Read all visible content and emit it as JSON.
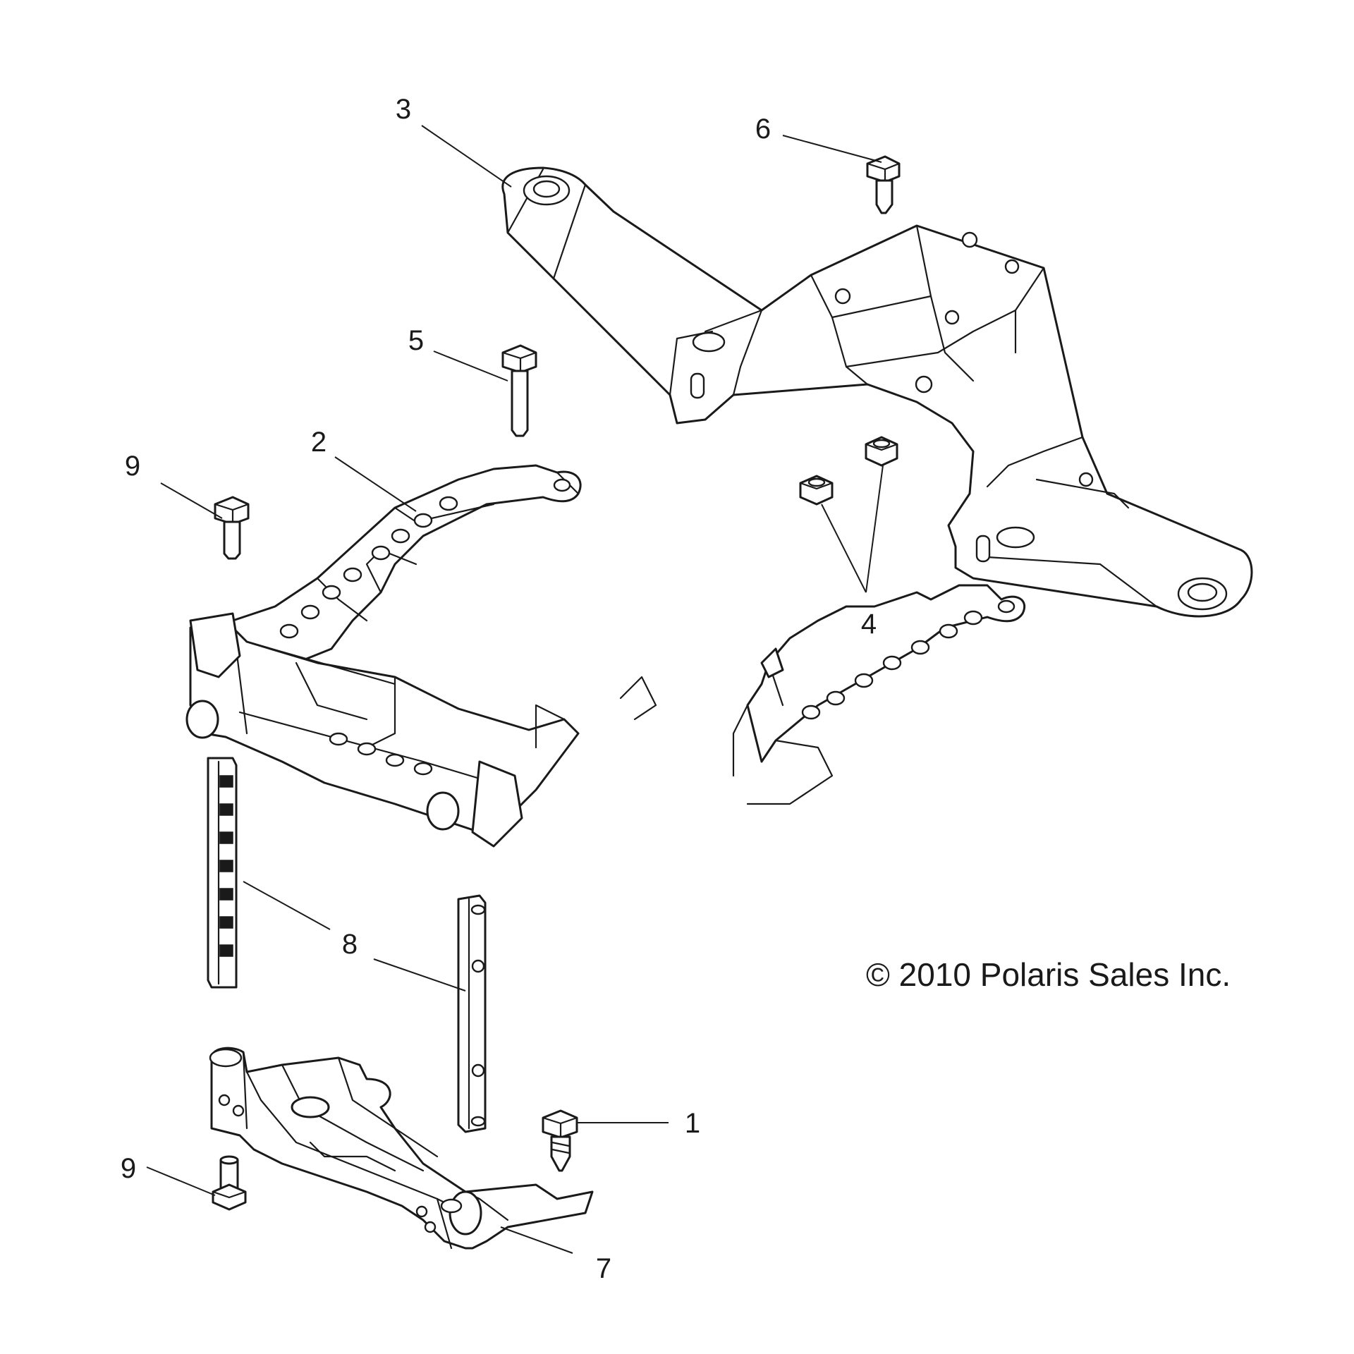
{
  "callouts": {
    "c1": "1",
    "c2": "2",
    "c3": "3",
    "c4": "4",
    "c5": "5",
    "c6": "6",
    "c7": "7",
    "c8": "8",
    "c9a": "9",
    "c9b": "9"
  },
  "copyright": "© 2010 Polaris Sales Inc."
}
